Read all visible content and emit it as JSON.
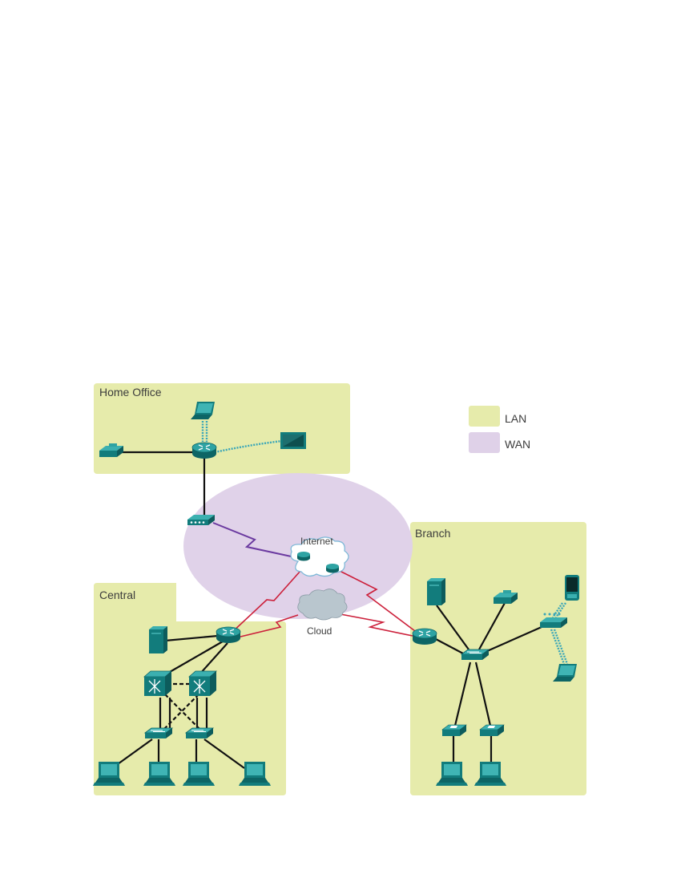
{
  "zones": {
    "home_office": "Home Office",
    "central": "Central",
    "branch": "Branch"
  },
  "clouds": {
    "internet": "Internet",
    "cloud": "Cloud"
  },
  "legend": [
    {
      "label": "LAN",
      "color": "#e6ebab"
    },
    {
      "label": "WAN",
      "color": "#dfd1e8"
    }
  ],
  "colors": {
    "lan": "#e6ebab",
    "wan": "#dfd1e8",
    "device": "#127c7c",
    "device_light": "#2ea3a3",
    "serial_link": "#cc1f3a",
    "dsl_link": "#6b3aa0",
    "ethernet": "#111111",
    "wireless": "#3aa6b8",
    "cloud_gray": "#b9c6ce"
  },
  "icons": [
    "router-icon",
    "switch-icon",
    "multilayer-switch-icon",
    "server-icon",
    "pc-icon",
    "laptop-icon",
    "ip-phone-icon",
    "printer-icon",
    "tablet-icon",
    "pda-icon",
    "access-point-icon",
    "dsl-modem-icon",
    "cloud-icon"
  ]
}
